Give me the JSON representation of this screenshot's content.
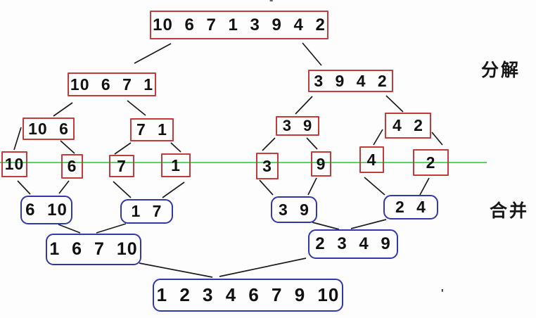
{
  "diagram": {
    "type": "merge-sort-flow",
    "side_labels": {
      "decompose": "分解",
      "merge": "合并"
    },
    "split_nodes": [
      {
        "id": "root",
        "values": "10 6 7 1 3 9 4 2"
      },
      {
        "id": "left-half",
        "values": "10 6 7 1"
      },
      {
        "id": "right-half",
        "values": "3 9 4 2"
      },
      {
        "id": "left-quarter-1",
        "values": "10 6"
      },
      {
        "id": "left-quarter-2",
        "values": "7 1"
      },
      {
        "id": "right-quarter-1",
        "values": "3 9"
      },
      {
        "id": "right-quarter-2",
        "values": "4 2"
      },
      {
        "id": "element-10",
        "values": "10"
      },
      {
        "id": "element-6",
        "values": "6"
      },
      {
        "id": "element-7",
        "values": "7"
      },
      {
        "id": "element-1",
        "values": "1"
      },
      {
        "id": "element-3",
        "values": "3"
      },
      {
        "id": "element-9",
        "values": "9"
      },
      {
        "id": "element-4",
        "values": "4"
      },
      {
        "id": "element-2",
        "values": "2"
      }
    ],
    "merge_nodes": [
      {
        "id": "merged-pair-1",
        "values": "6 10"
      },
      {
        "id": "merged-pair-2",
        "values": "1 7"
      },
      {
        "id": "merged-pair-3",
        "values": "3 9"
      },
      {
        "id": "merged-pair-4",
        "values": "2 4"
      },
      {
        "id": "merged-left-half",
        "values": "1 6 7 10"
      },
      {
        "id": "merged-right-half",
        "values": "2 3 4 9"
      },
      {
        "id": "merged-root",
        "values": "1 2 3 4 6 7 9 10"
      }
    ],
    "colors": {
      "split_box_border": "#c43b3b",
      "merge_box_border": "#3038ad",
      "divider_line": "#5fd35f",
      "connector_line": "#1c1c1c",
      "number_text": "#111111",
      "background": "#fdfdfd"
    },
    "stray_marks": {
      "top_center": "-",
      "bottom_right": "'"
    }
  }
}
